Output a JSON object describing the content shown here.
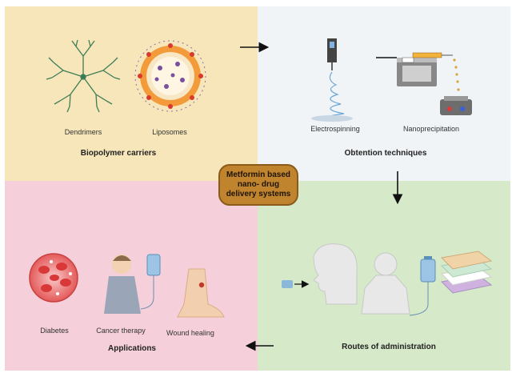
{
  "center": {
    "title": "Metformin based nano- drug delivery systems"
  },
  "biopolymer": {
    "title": "Biopolymer carriers",
    "dendrimers_label": "Dendrimers",
    "liposomes_label": "Liposomes"
  },
  "obtention": {
    "title": "Obtention techniques",
    "electrospinning_label": "Electrospinning",
    "nanoprecipitation_label": "Nanoprecipitation"
  },
  "routes": {
    "title": "Routes of administration"
  },
  "applications": {
    "title": "Applications",
    "diabetes_label": "Diabetes",
    "cancer_label": "Cancer therapy",
    "wound_label": "Wound healing"
  },
  "colors": {
    "biopolymer_bg": "#f6e6b9",
    "obtention_bg": "#f1f4f7",
    "applications_bg": "#f5cfd9",
    "routes_bg": "#d6e9c9",
    "center_box": "#c0832e"
  }
}
